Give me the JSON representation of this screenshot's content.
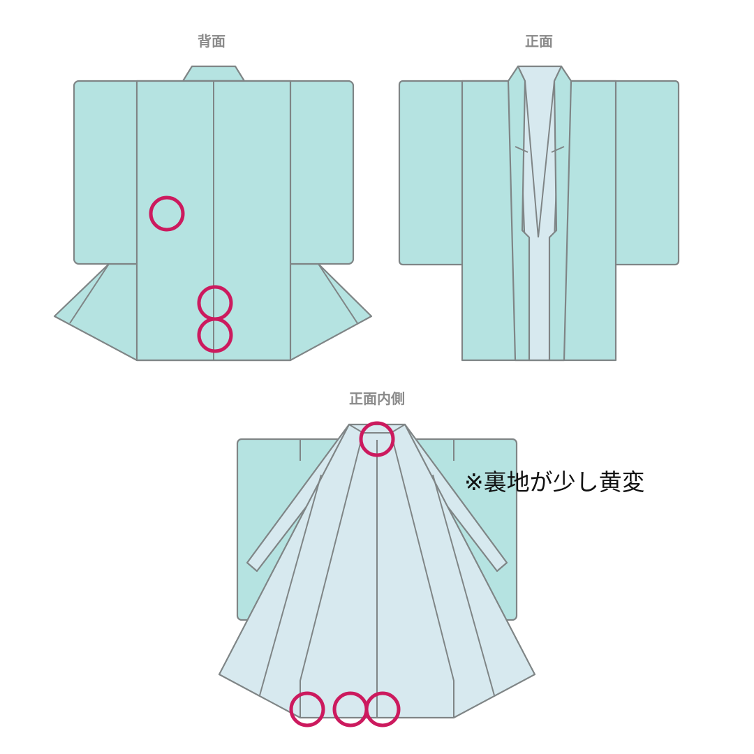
{
  "labels": {
    "back": "背面",
    "front": "正面",
    "front_inside": "正面内側"
  },
  "note": "※裏地が少し黄変",
  "colors": {
    "outer": "#b5e3e1",
    "lining": "#d7e9ef",
    "outline": "#7f8586",
    "stain_marker": "#cc1a5e"
  },
  "stain_markers": {
    "back": 3,
    "front": 0,
    "front_inside": 4
  }
}
